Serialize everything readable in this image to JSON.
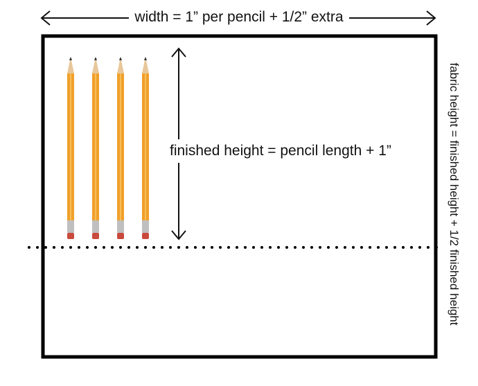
{
  "labels": {
    "width": "width = 1” per pencil + 1/2” extra",
    "finished_height": "finished height = pencil length + 1”",
    "fabric_height": "fabric height = finished height + 1/2 finished height"
  },
  "pencil_count": 4,
  "colors": {
    "outline": "#000000",
    "pencil_body": "#f0a02a",
    "pencil_wood": "#e8c79a",
    "pencil_lead": "#333333",
    "ferrule": "#bfbfbf",
    "eraser": "#c84a3c"
  }
}
